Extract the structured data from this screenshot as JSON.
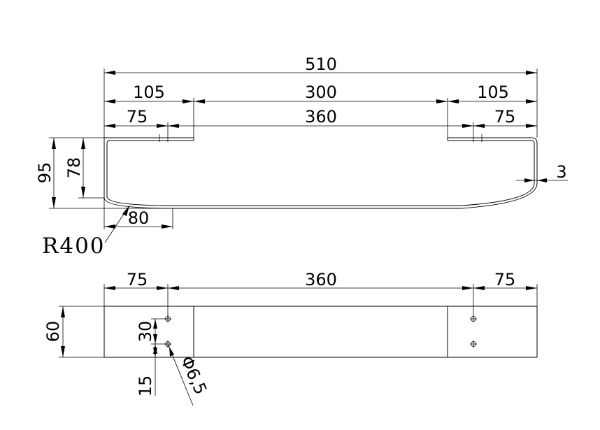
{
  "top_view": {
    "overall_width": "510",
    "side_left": "105",
    "middle_gap": "300",
    "side_right": "105",
    "hole_left": "75",
    "hole_center": "360",
    "hole_right": "75",
    "height_outer": "95",
    "height_inner": "78",
    "thickness": "3",
    "curve_start": "80",
    "radius": "R400"
  },
  "front_view": {
    "hole_left": "75",
    "hole_center": "360",
    "hole_right": "75",
    "height": "60",
    "hole_spacing": "30",
    "hole_offset": "15",
    "hole_diameter": "Φ6,5"
  }
}
